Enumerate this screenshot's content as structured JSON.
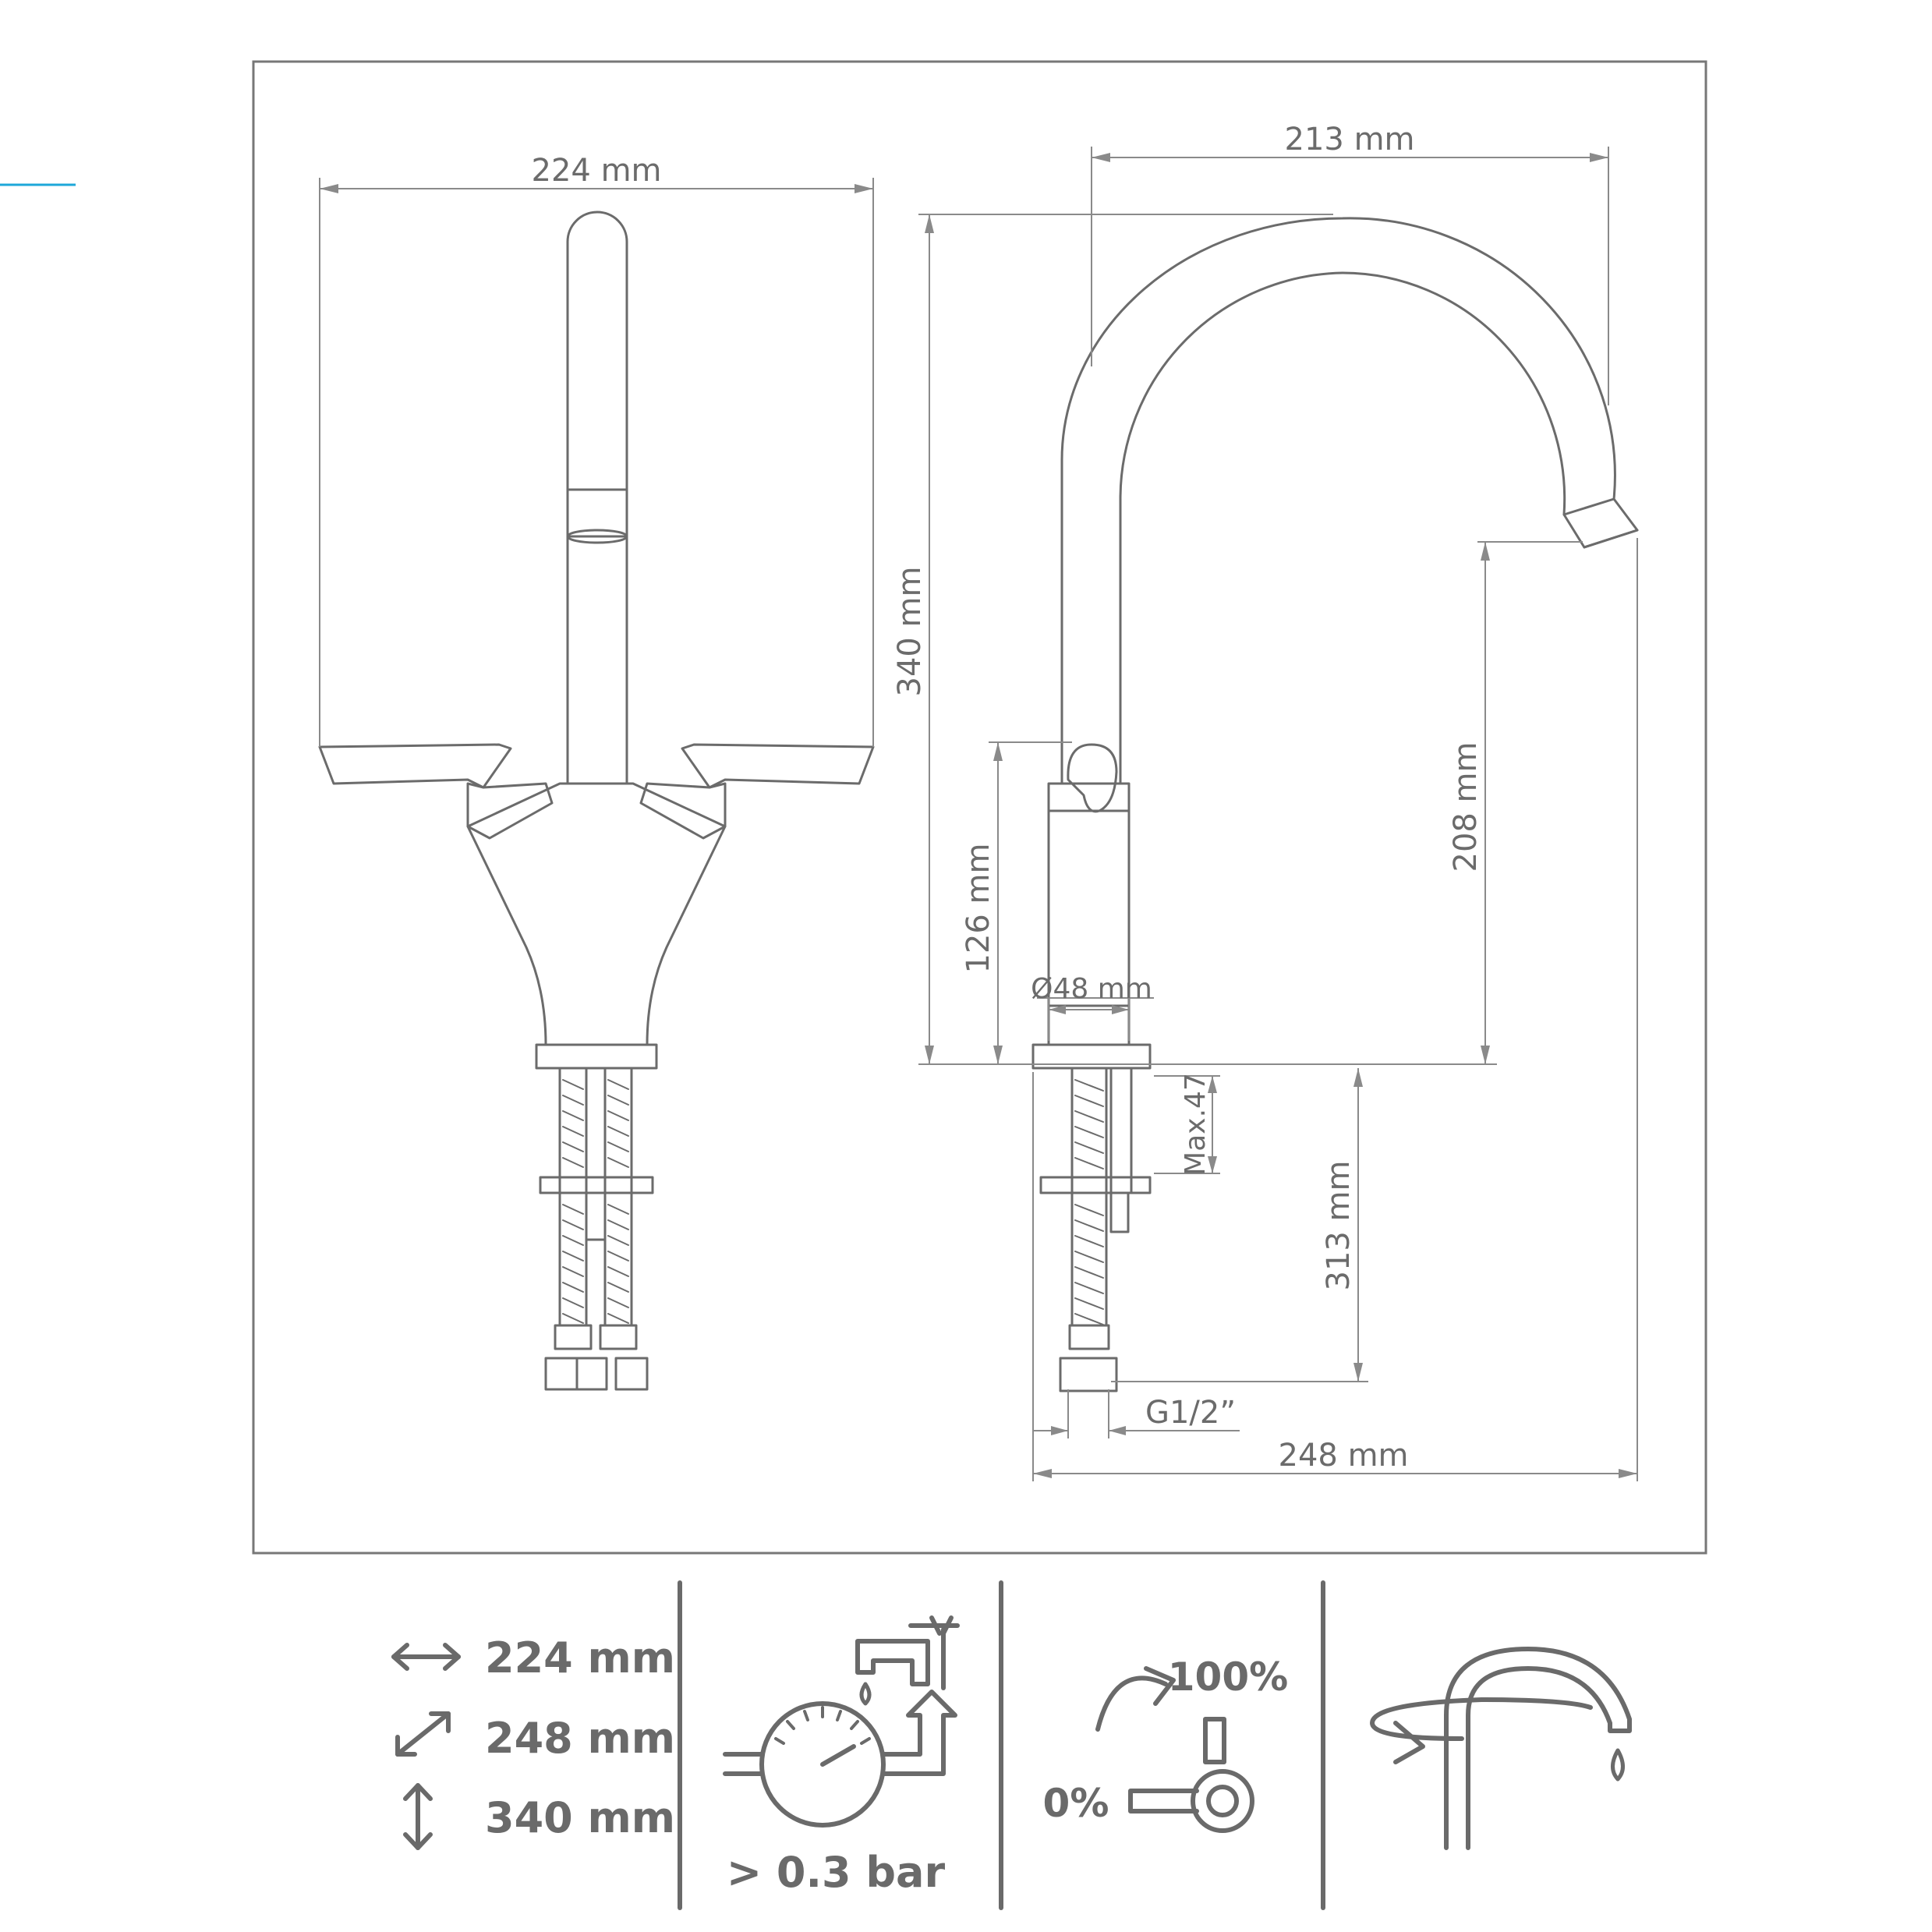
{
  "drawing": {
    "front_width": "224 mm",
    "side_top_reach": "213 mm",
    "total_height": "340 mm",
    "spout_height": "208 mm",
    "body_height": "126 mm",
    "base_diameter": "Ø48 mm",
    "max_thickness": "Max.47",
    "hose_length": "313 mm",
    "connection": "G1/2”",
    "projection": "248 mm"
  },
  "specs": {
    "width": "224 mm",
    "depth": "248 mm",
    "height": "340 mm",
    "pressure": "> 0.3 bar",
    "flow_max": "100%",
    "flow_min": "0%"
  },
  "colors": {
    "line": "#6b6b6b",
    "accent": "#1ea7d9",
    "frame": "#777777"
  },
  "icons": [
    "width-arrow-icon",
    "depth-arrow-icon",
    "height-arrow-icon",
    "pressure-gauge-icon",
    "lever-range-icon",
    "swivel-spout-icon"
  ]
}
